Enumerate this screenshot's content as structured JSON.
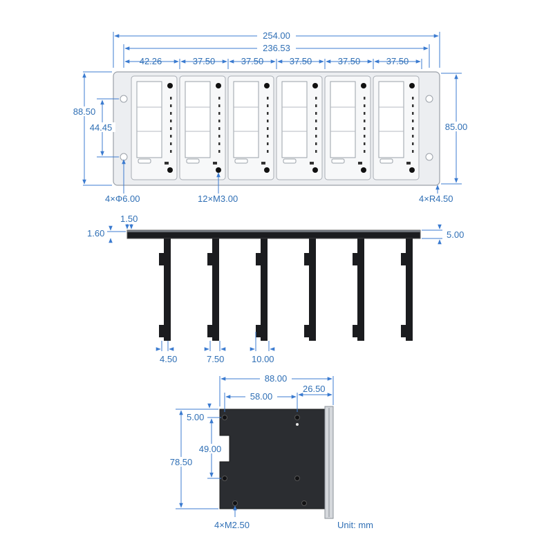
{
  "front_view": {
    "overall_width": "254.00",
    "hole_span_width": "236.53",
    "first_slot_offset": "42.26",
    "slot_pitches": [
      "37.50",
      "37.50",
      "37.50",
      "37.50",
      "37.50"
    ],
    "overall_height": "88.50",
    "hole_vertical_spacing": "44.45",
    "right_height": "85.00",
    "mount_holes": "4×Φ6.00",
    "screw_holes": "12×M3.00",
    "corner_radius": "4×R4.50",
    "slot_count": 6
  },
  "side_view": {
    "thickness_top": "1.50",
    "thickness_left": "1.60",
    "plate_thickness": "5.00",
    "offsets": [
      "4.50",
      "7.50",
      "10.00"
    ],
    "blade_count": 6
  },
  "tray_view": {
    "width": "88.00",
    "hole_spacing_x": "58.00",
    "edge_offset": "26.50",
    "top_offset": "5.00",
    "hole_spacing_y": "49.00",
    "height": "78.50",
    "screws": "4×M2.50"
  },
  "unit_label": "Unit: mm",
  "colors": {
    "dimension": "#3b7bd0",
    "panel": "#eceef1",
    "tray": "#2b2d31"
  }
}
